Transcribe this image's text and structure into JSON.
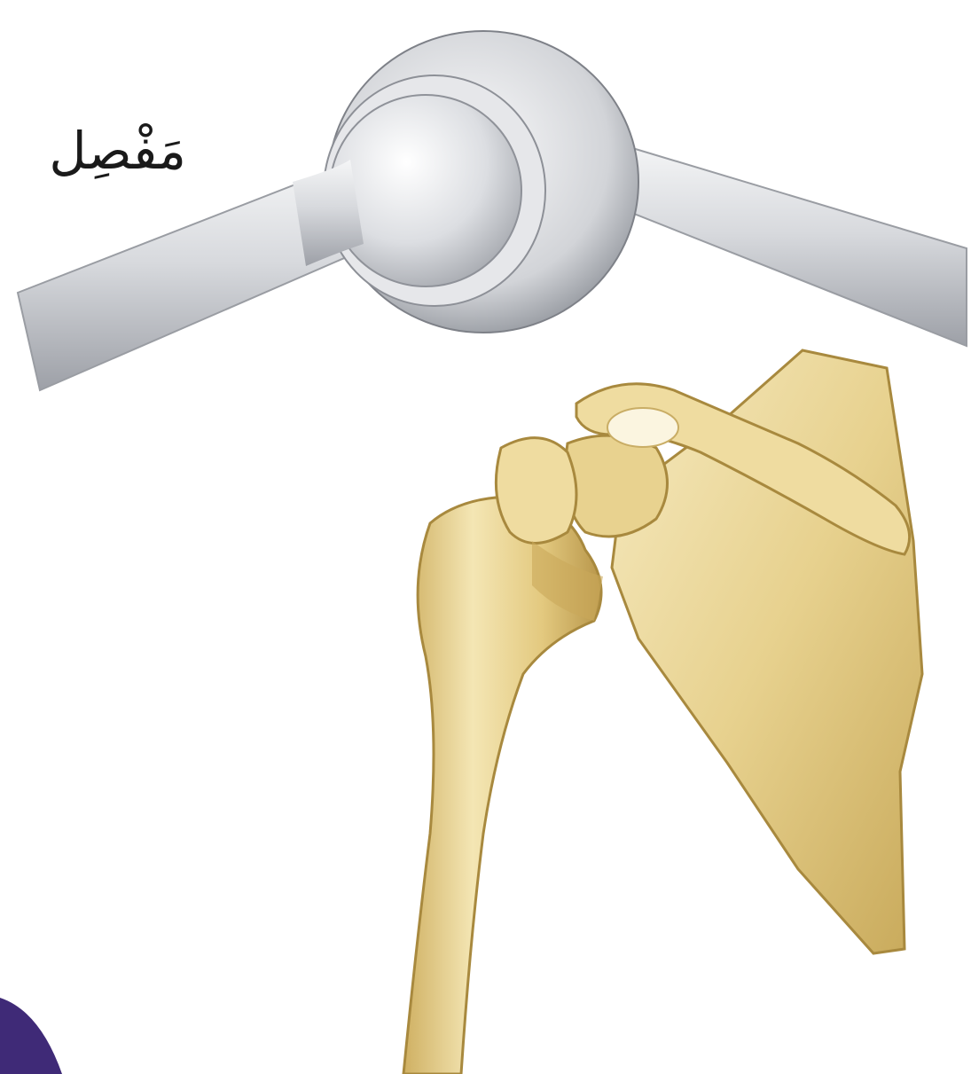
{
  "label": {
    "joint_word": "مَفْصِل"
  },
  "colors": {
    "background": "#ffffff",
    "metal_light": "#eeeff1",
    "metal_mid": "#c9cbd0",
    "metal_dark": "#8c8f96",
    "bone_light": "#f4e6b4",
    "bone_mid": "#e4cd86",
    "bone_dark": "#b9994a",
    "corner_accent": "#3f2a77"
  },
  "icons": {
    "ball_and_socket_model": "ball-and-socket-joint-model",
    "shoulder_bones": "humerus-and-scapula"
  }
}
